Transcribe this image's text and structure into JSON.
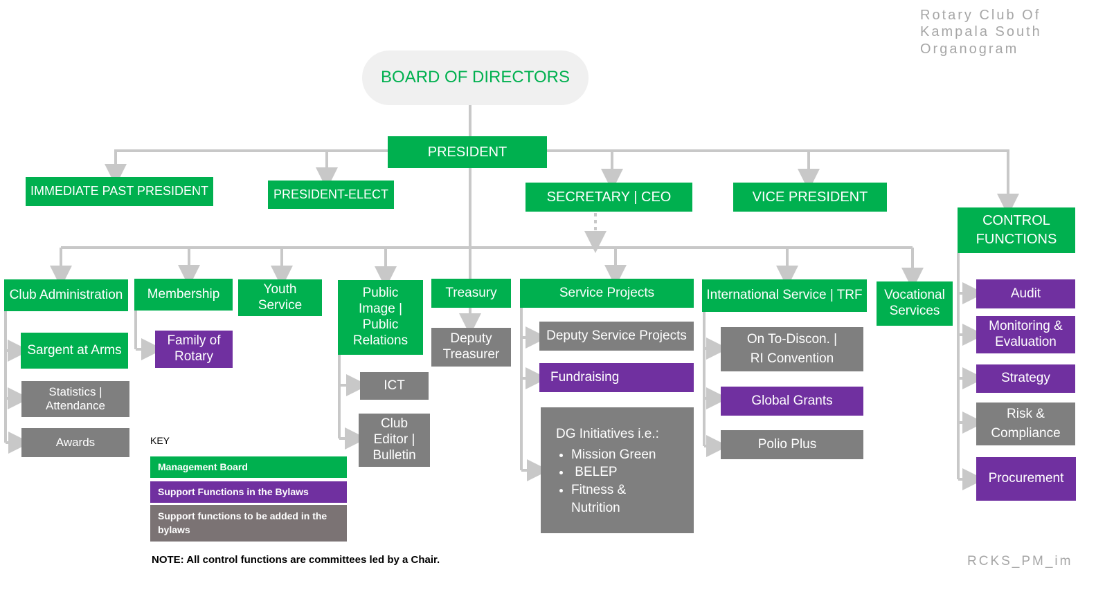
{
  "watermark": {
    "line1": "Rotary Club Of",
    "line2": "Kampala South",
    "line3": "Organogram",
    "footer": "RCKS_PM_im"
  },
  "board": "BOARD OF DIRECTORS",
  "president": "PRESIDENT",
  "top_row": {
    "ipp": "IMMEDIATE  PAST PRESIDENT",
    "pe": "PRESIDENT-ELECT",
    "sec": "SECRETARY | CEO",
    "vp": "VICE PRESIDENT",
    "cf_line1": "CONTROL",
    "cf_line2": "FUNCTIONS"
  },
  "committees": {
    "club_admin": "Club Administration",
    "membership": "Membership",
    "youth_l1": "Youth",
    "youth_l2": "Service",
    "pi_l1": "Public",
    "pi_l2": "Image |",
    "pi_l3": "Public",
    "pi_l4": "Relations",
    "treasury": "Treasury",
    "service": "Service Projects",
    "intl": "International Service | TRF",
    "voc_l1": "Vocational",
    "voc_l2": "Services"
  },
  "subs": {
    "sargent": "Sargent at Arms",
    "stats_l1": "Statistics |",
    "stats_l2": "Attendance",
    "awards": "Awards",
    "family_l1": "Family of",
    "family_l2": "Rotary",
    "ict": "ICT",
    "editor_l1": "Club",
    "editor_l2": "Editor |",
    "editor_l3": "Bulletin",
    "deputy_t_l1": "Deputy",
    "deputy_t_l2": "Treasurer",
    "deputy_sp": "Deputy Service Projects",
    "fundraising": "Fundraising",
    "dg_title": "DG Initiatives i.e.:",
    "dg_items": [
      "Mission Green",
      " BELEP",
      "Fitness & Nutrition"
    ],
    "todiscon_l1": "On To-Discon. |",
    "todiscon_l2": "RI Convention",
    "global": "Global Grants",
    "polio": "Polio Plus",
    "audit": "Audit",
    "me_l1": "Monitoring &",
    "me_l2": "Evaluation",
    "strategy": "Strategy",
    "risk_l1": "Risk &",
    "risk_l2": "Compliance",
    "procurement": "Procurement"
  },
  "key": {
    "title": "KEY",
    "mgmt": "Management  Board",
    "support": "Support Functions in the Bylaws",
    "tobe_l1": "Support functions to be added in the",
    "tobe_l2": "bylaws"
  },
  "note": "NOTE: All control functions are committees led by a Chair.",
  "colors": {
    "green": "#00b04f",
    "purple": "#7030a0",
    "gray": "#7f7f7f",
    "line": "#c8c8c8"
  }
}
